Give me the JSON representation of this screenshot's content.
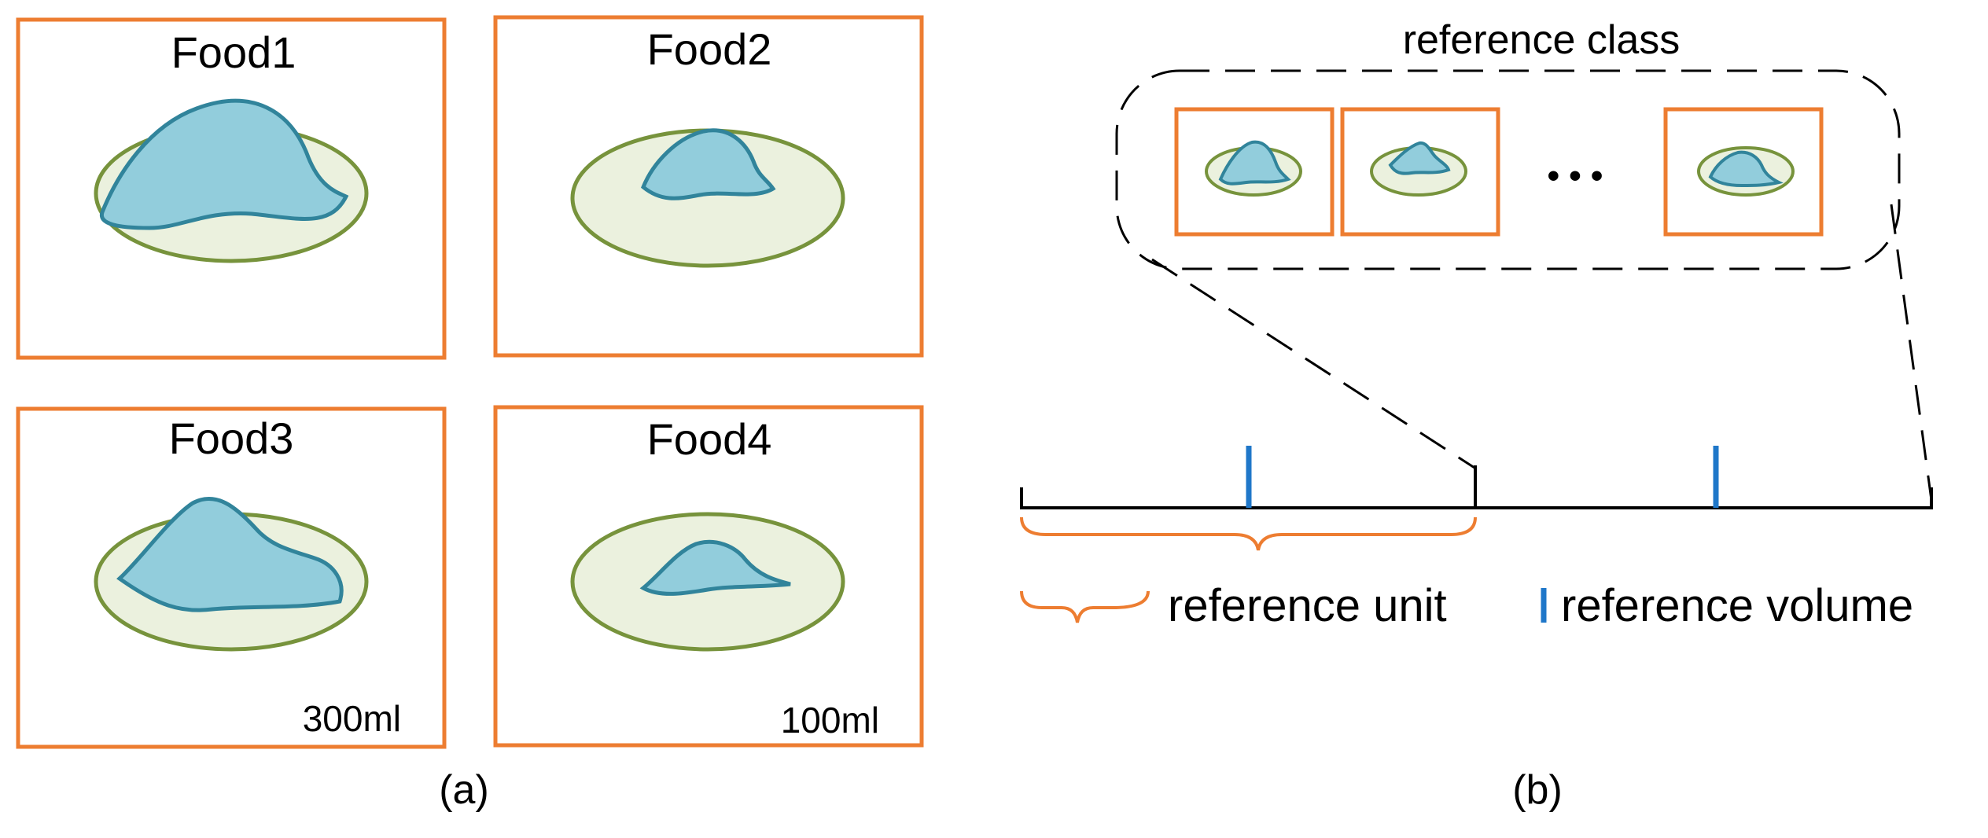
{
  "panel_a": {
    "caption": "(a)",
    "boxes": [
      {
        "title": "Food1",
        "note": ""
      },
      {
        "title": "Food2",
        "note": ""
      },
      {
        "title": "Food3",
        "note": "300ml"
      },
      {
        "title": "Food4",
        "note": "100ml"
      }
    ]
  },
  "panel_b": {
    "caption": "(b)",
    "reference_class_label": "reference class",
    "ellipsis": "• • •",
    "legend": {
      "unit_label": "reference unit",
      "volume_label": "reference volume"
    }
  },
  "colors": {
    "box_border": "#ED7D31",
    "plate_fill": "#EBF1DE",
    "plate_stroke": "#77933C",
    "food_fill": "#92CDDC",
    "food_stroke": "#31849B",
    "volume_marker": "#1F77C9",
    "line": "#000000"
  }
}
